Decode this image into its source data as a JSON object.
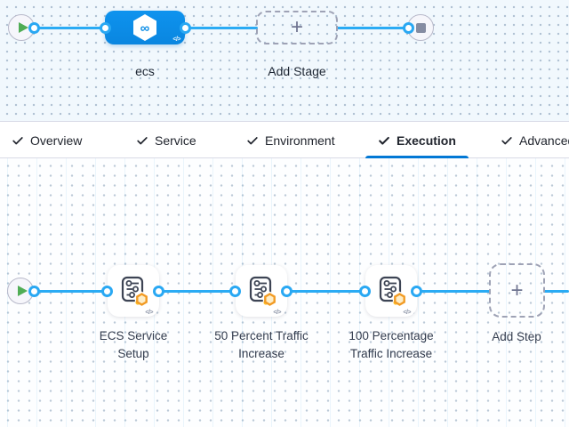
{
  "colors": {
    "edge_blue": "#2aabf4",
    "stage_node_blue": "#0b8de6",
    "active_tab_underline": "#0278d5",
    "play_green": "#50ad55",
    "stop_gray": "#858ca2",
    "badge_orange": "#f29b24",
    "canvas_top_bg": "#f1f8fd",
    "canvas_bottom_bg": "#fdfeff"
  },
  "stage_canvas": {
    "stage": {
      "label": "ecs",
      "icon": "harness-cd-hexagon-icon",
      "code_toggle": "</>"
    },
    "add_stage": {
      "label": "Add Stage",
      "plus": "+"
    },
    "start_node": "play",
    "end_node": "stop-square"
  },
  "tab_bar": {
    "tabs": [
      {
        "label": "Overview",
        "checked": true,
        "active": false
      },
      {
        "label": "Service",
        "checked": true,
        "active": false
      },
      {
        "label": "Environment",
        "checked": true,
        "active": false
      },
      {
        "label": "Execution",
        "checked": true,
        "active": true
      },
      {
        "label": "Advanced",
        "checked": true,
        "active": false
      }
    ]
  },
  "execution_canvas": {
    "steps": [
      {
        "name": "ECS Service Setup",
        "icon": "step-settings-icon",
        "badge": "orange-hexagon",
        "code_toggle": "</>"
      },
      {
        "name": "50 Percent Traffic Increase",
        "icon": "step-settings-icon",
        "badge": "orange-hexagon",
        "code_toggle": "</>"
      },
      {
        "name": "100 Percentage Traffic Increase",
        "icon": "step-settings-icon",
        "badge": "orange-hexagon",
        "code_toggle": "</>"
      }
    ],
    "add_step": {
      "label": "Add Step",
      "plus": "+"
    },
    "start_node": "play"
  }
}
